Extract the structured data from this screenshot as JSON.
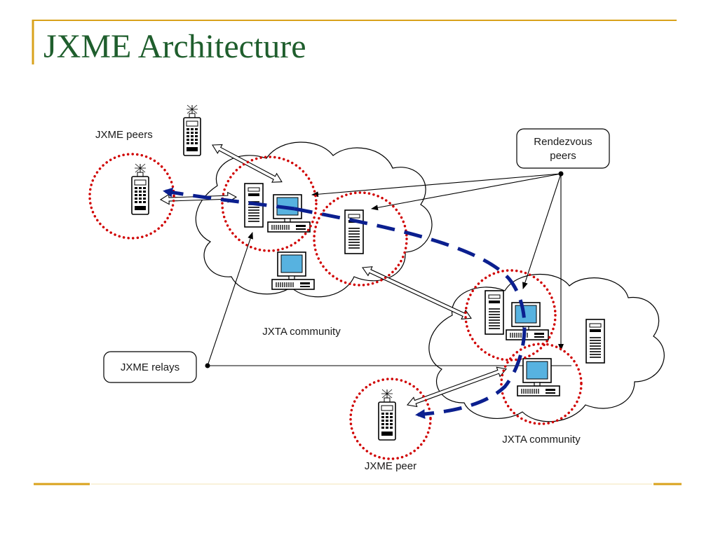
{
  "slide": {
    "title": "JXME Architecture"
  },
  "diagram": {
    "labels": {
      "jxme_peers": "JXME peers",
      "rendezvous_line1": "Rendezvous",
      "rendezvous_line2": "peers",
      "jxme_relays": "JXME relays",
      "jxta_community_left": "JXTA community",
      "jxta_community_right": "JXTA community",
      "jxme_peer": "JXME peer"
    },
    "colors": {
      "title": "#1f5e2d",
      "accent_rule": "#d9a21b",
      "highlight_circle": "#d00000",
      "message_path": "#0b1f8f",
      "screen": "#57b2e0"
    }
  }
}
